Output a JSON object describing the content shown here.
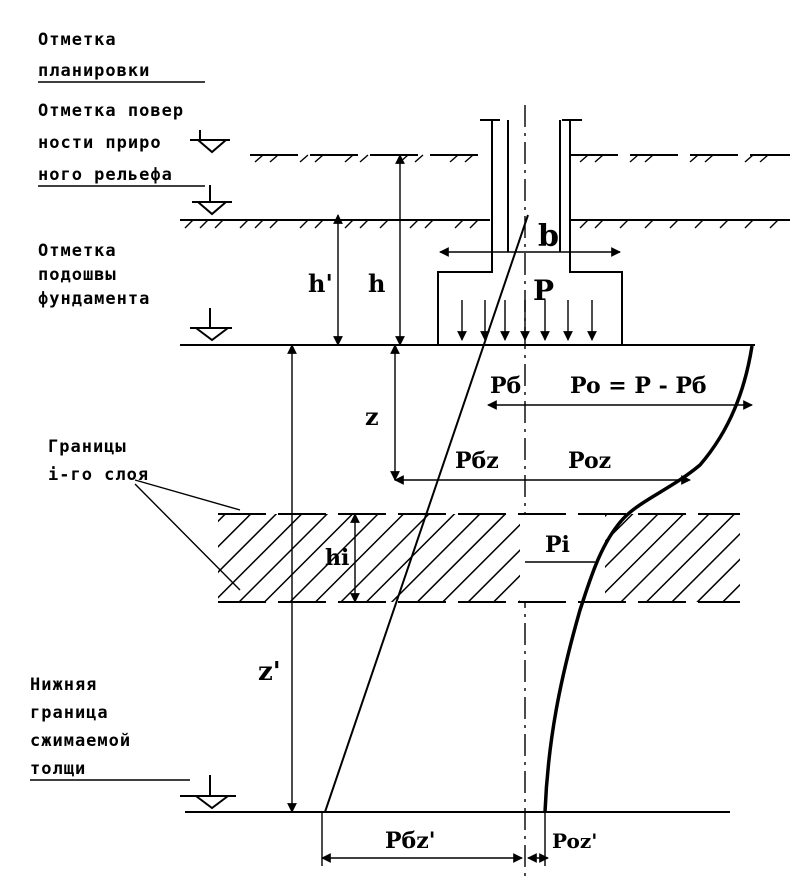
{
  "labels": {
    "planning_mark": [
      "Отметка",
      "планировки"
    ],
    "natural_surface_mark": [
      "Отметка повер",
      "ности приро",
      "ного рельефа"
    ],
    "base_mark": [
      "Отметка",
      "подошвы",
      "фундамента"
    ],
    "layer_boundaries": [
      "Границы",
      "i-го слоя"
    ],
    "lower_boundary": [
      "Нижняя",
      "граница",
      "сжимаемой",
      "толщи"
    ]
  },
  "symbols": {
    "width": "b",
    "pressure": "P",
    "p_sigma": "Pб",
    "p0_formula": "Po = P - Pб",
    "z": "z",
    "p_sigma_z": "Pбz",
    "p_oz": "Poz",
    "h_i": "hi",
    "p_i": "Pi",
    "z_prime": "z'",
    "p_sigma_z_prime": "Pбz'",
    "p_oz_prime": "Poz'",
    "h_prime": "h'",
    "h": "h"
  }
}
